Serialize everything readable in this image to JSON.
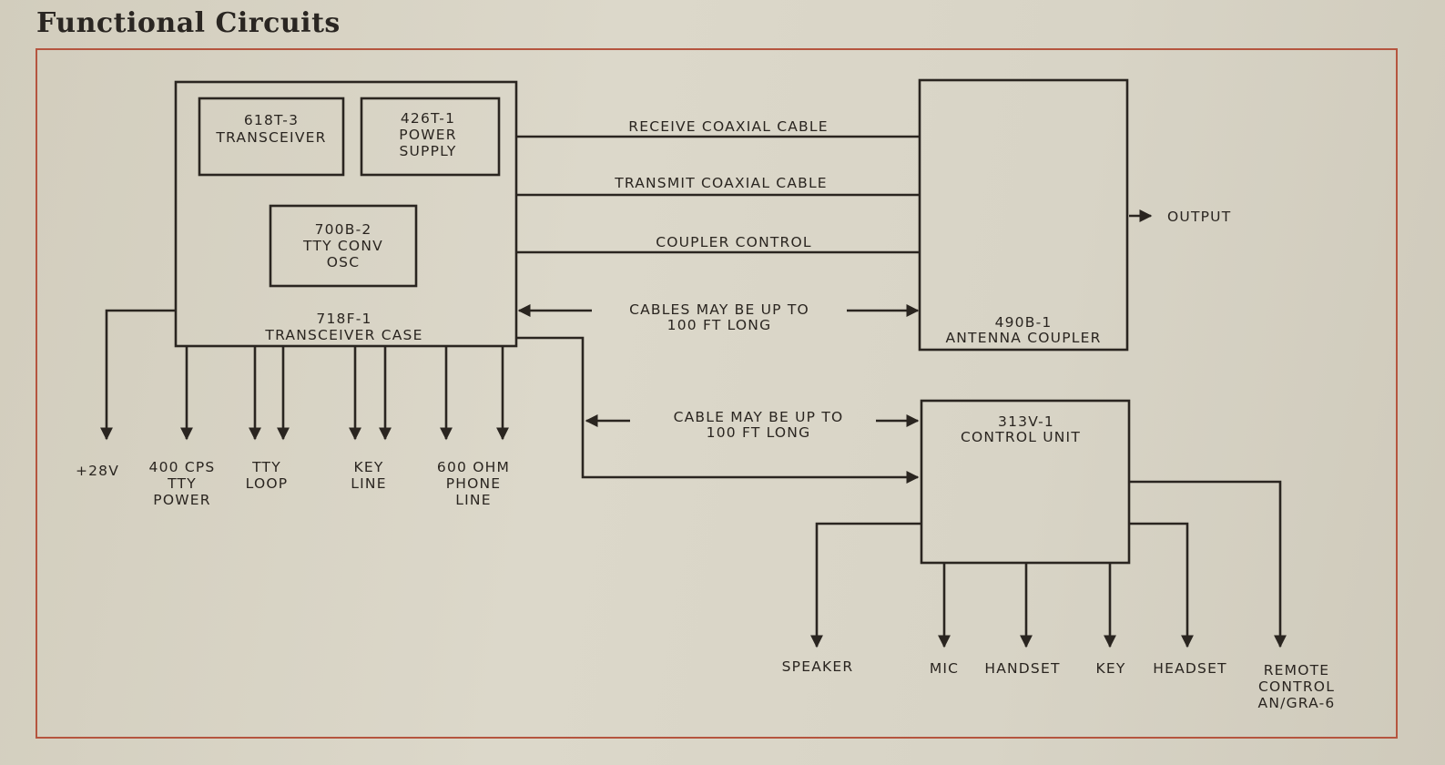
{
  "heading": "Functional Circuits",
  "units": {
    "transceiver": [
      "618T-3",
      "TRANSCEIVER"
    ],
    "power_supply": [
      "426T-1",
      "POWER",
      "SUPPLY"
    ],
    "tty_osc": [
      "700B-2",
      "TTY CONV",
      "OSC"
    ],
    "case": [
      "718F-1",
      "TRANSCEIVER CASE"
    ],
    "coupler": [
      "490B-1",
      "ANTENNA COUPLER"
    ],
    "control_unit": [
      "313V-1",
      "CONTROL UNIT"
    ]
  },
  "connections": {
    "receive": "RECEIVE COAXIAL CABLE",
    "transmit": "TRANSMIT COAXIAL CABLE",
    "coupler_control": "COUPLER CONTROL",
    "cables_note": [
      "CABLES MAY BE UP TO",
      "100 FT LONG"
    ],
    "cable_note": [
      "CABLE MAY BE UP TO",
      "100 FT LONG"
    ],
    "output": "OUTPUT"
  },
  "case_outputs": [
    [
      "+28V"
    ],
    [
      "400 CPS",
      "TTY",
      "POWER"
    ],
    [
      "TTY",
      "LOOP"
    ],
    [
      "KEY",
      "LINE"
    ],
    [
      "600 OHM",
      "PHONE",
      "LINE"
    ]
  ],
  "control_outputs": [
    [
      "SPEAKER"
    ],
    [
      "MIC"
    ],
    [
      "HANDSET"
    ],
    [
      "KEY"
    ],
    [
      "HEADSET"
    ],
    [
      "REMOTE",
      "CONTROL",
      "AN/GRA-6"
    ]
  ]
}
